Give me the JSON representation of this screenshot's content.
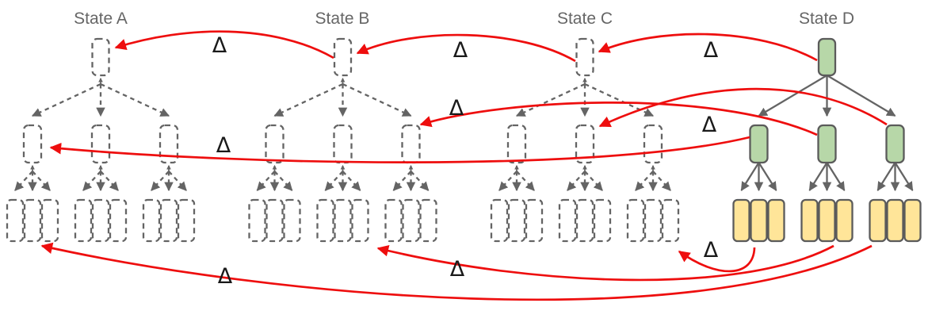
{
  "states": [
    {
      "id": "A",
      "label": "State A",
      "style": "dashed"
    },
    {
      "id": "B",
      "label": "State B",
      "style": "dashed"
    },
    {
      "id": "C",
      "label": "State C",
      "style": "dashed"
    },
    {
      "id": "D",
      "label": "State D",
      "style": "solid"
    }
  ],
  "deltas": [
    {
      "label": "Δ",
      "from": "state-B-root",
      "to": "state-A-root"
    },
    {
      "label": "Δ",
      "from": "state-C-root",
      "to": "state-B-root"
    },
    {
      "label": "Δ",
      "from": "state-D-root",
      "to": "state-C-root"
    },
    {
      "label": "Δ",
      "from": "state-D-middle-center",
      "to": "state-B-middle-right"
    },
    {
      "label": "Δ",
      "from": "state-D-middle-right",
      "to": "state-C-middle-center"
    },
    {
      "label": "Δ",
      "from": "state-D-middle-left",
      "to": "state-A-middle-left"
    },
    {
      "label": "Δ",
      "from": "state-D-leaf-group-1",
      "to": "state-C-leaf-group-3"
    },
    {
      "label": "Δ",
      "from": "state-D-leaf-group-2",
      "to": "state-B-leaf-group-2"
    },
    {
      "label": "Δ",
      "from": "state-D-leaf-group-3",
      "to": "state-A-leaf-group-1"
    }
  ],
  "colors": {
    "tree_stroke": "#646464",
    "solid_node_stroke": "#5b5b5b",
    "state_label": "#666666",
    "delta_arrow": "#ee0e0e",
    "delta_label": "#1a1a1a",
    "node_green_fill": "#b7d7a8",
    "node_yellow_fill": "#ffe599",
    "background": "#ffffff"
  }
}
